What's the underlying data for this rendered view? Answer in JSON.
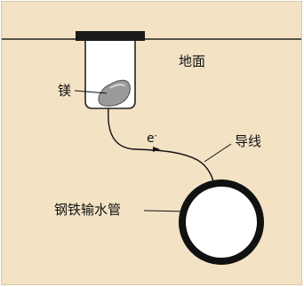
{
  "labels": {
    "ground": "地面",
    "magnesium": "镁",
    "electron": "e",
    "electron_sup": "-",
    "wire": "导线",
    "pipe": "钢铁输水管"
  },
  "colors": {
    "soil": "#f3e2c4",
    "ground_line": "#222222",
    "cap": "#1a1a1a",
    "container": "#ffffff",
    "magnesium": "#9a9a9a",
    "wire": "#111111",
    "pipe_wall": "#111111",
    "pipe_inner": "#ffffff"
  }
}
